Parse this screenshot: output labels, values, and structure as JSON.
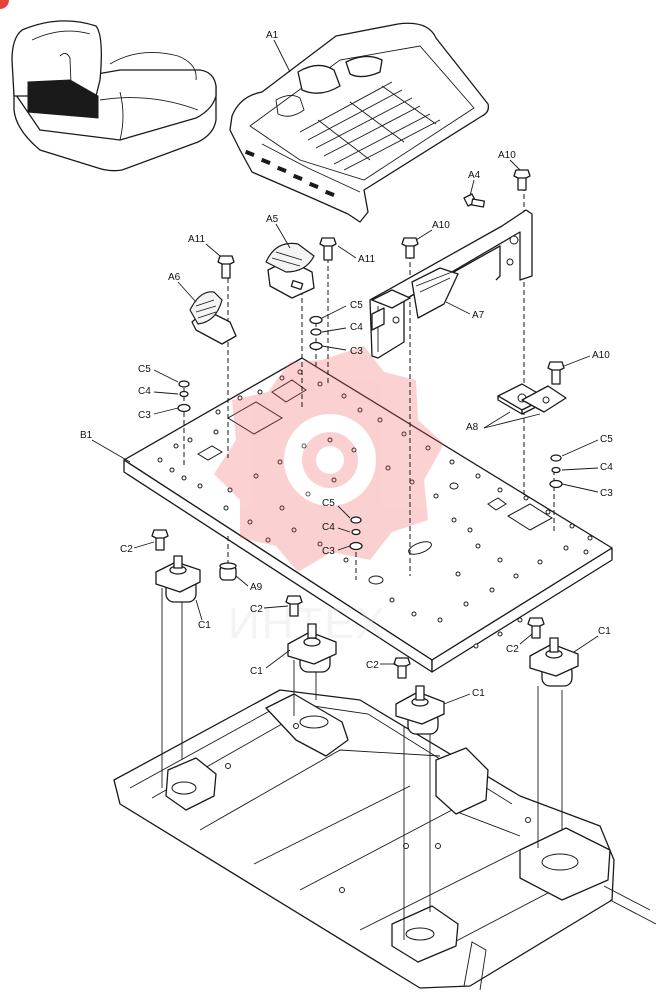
{
  "labels": {
    "a1": "A1",
    "a4": "A4",
    "a5": "A5",
    "a6": "A6",
    "a7": "A7",
    "a8": "A8",
    "a9": "A9",
    "a10_top": "A10",
    "a10_mid": "A10",
    "a10_right": "A10",
    "a11_left": "A11",
    "a11_right": "A11",
    "b1": "B1",
    "c1_left": "C1",
    "c1_center": "C1",
    "c1_mid": "C1",
    "c1_right": "C1",
    "c2_left": "C2",
    "c2_center": "C2",
    "c2_mid": "C2",
    "c2_right": "C2",
    "c3_left": "C3",
    "c4_left": "C4",
    "c5_left": "C5",
    "c3_top": "C3",
    "c4_top": "C4",
    "c5_top": "C5",
    "c3_center": "C3",
    "c4_center": "C4",
    "c5_center": "C5",
    "c3_right": "C3",
    "c4_right": "C4",
    "c5_right": "C5"
  },
  "watermark": {
    "text": "ИНТЕХ",
    "color": "#f05a5a"
  },
  "corner_badge": {
    "color": "#e8413c"
  }
}
